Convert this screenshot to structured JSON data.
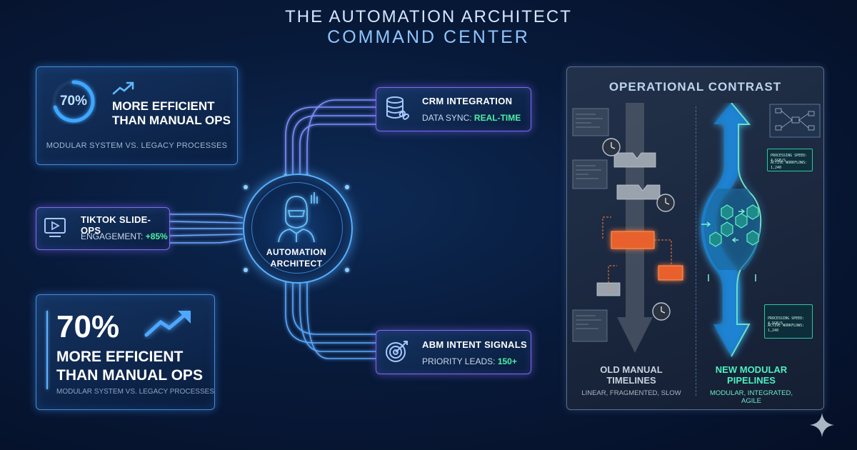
{
  "header": {
    "title_line1": "THE AUTOMATION ARCHITECT",
    "title_line2": "COMMAND CENTER"
  },
  "stat_small": {
    "percent": "70%",
    "progress": 0.7,
    "headline_line1": "MORE EFFICIENT",
    "headline_line2": "THAN MANUAL OPS",
    "subtext": "MODULAR SYSTEM VS. LEGACY PROCESSES"
  },
  "stat_large": {
    "percent": "70%",
    "headline_line1": "MORE EFFICIENT",
    "headline_line2": "THAN MANUAL OPS",
    "subtext": "MODULAR SYSTEM VS. LEGACY PROCESSES"
  },
  "tiktok": {
    "title": "TIKTOK SLIDE-OPS",
    "metric_label": "ENGAGEMENT: ",
    "metric_value": "+85%"
  },
  "crm": {
    "title": "CRM INTEGRATION",
    "metric_label": "DATA SYNC: ",
    "metric_value": "REAL-TIME"
  },
  "abm": {
    "title": "ABM INTENT SIGNALS",
    "metric_label": "PRIORITY LEADS: ",
    "metric_value": "150+"
  },
  "hub": {
    "label_line1": "AUTOMATION",
    "label_line2": "ARCHITECT"
  },
  "contrast": {
    "title": "OPERATIONAL CONTRAST",
    "old": {
      "head_line1": "OLD MANUAL",
      "head_line2": "TIMELINES",
      "sub": "LINEAR, FRAGMENTED, SLOW"
    },
    "new": {
      "head_line1": "NEW MODULAR",
      "head_line2": "PIPELINES",
      "sub": "MODULAR, INTEGRATED, AGILE",
      "readout_top": [
        "PROCESSING SPEED: 4.5GB/S",
        "ACTIVE WORKFLOWS: 1,240"
      ],
      "readout_bottom": [
        "PROCESSING SPEED: 4.5GB/S",
        "ACTIVE WORKFLOWS: 1,240"
      ]
    }
  },
  "colors": {
    "accent_blue": "#58b0ff",
    "accent_green": "#4ef0a6",
    "accent_purple": "#7c6df0",
    "accent_orange": "#ff7a3a"
  },
  "icons": [
    "trend-up-icon",
    "play-video-icon",
    "database-link-icon",
    "target-icon",
    "robot-icon",
    "clock-icon",
    "flowchart-icon",
    "sparkle-icon"
  ]
}
